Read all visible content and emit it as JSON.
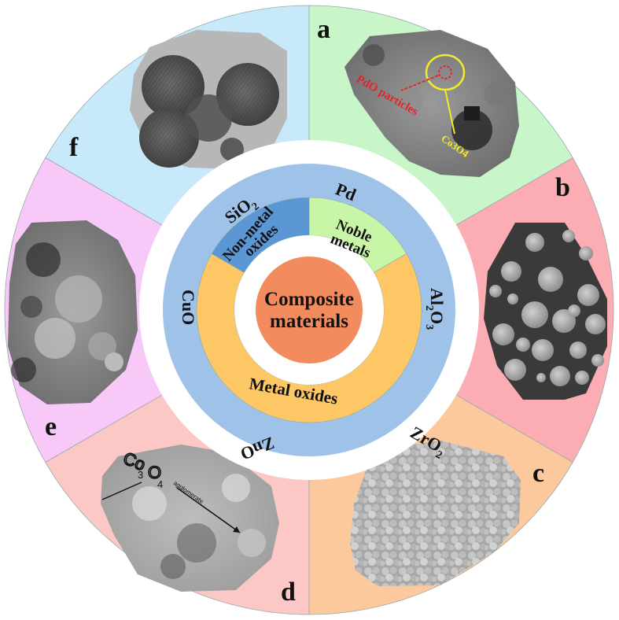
{
  "center": {
    "line1": "Composite",
    "line2": "materials",
    "color": "#f28c5e"
  },
  "categories": [
    {
      "name": "noble-metals",
      "line1": "Noble",
      "line2": "metals",
      "color": "#c9f5a6"
    },
    {
      "name": "metal-oxides",
      "label": "Metal oxides",
      "color": "#fdc766"
    },
    {
      "name": "non-metal-oxides",
      "line1": "Non-metal",
      "line2": "oxides",
      "color": "#5b97d4"
    }
  ],
  "materials_ring": {
    "color": "#9fc3e8",
    "items": [
      {
        "label": "Pd"
      },
      {
        "label": "Al",
        "sub": "2",
        "label2": "O",
        "sub2": "3"
      },
      {
        "label": "ZrO",
        "sub": "2"
      },
      {
        "label": "ZnO"
      },
      {
        "label": "CuO"
      },
      {
        "label": "SiO",
        "sub": "2"
      }
    ]
  },
  "panels": [
    {
      "letter": "a",
      "color": "#c9f6c9",
      "annotations": {
        "red": "PdO  particles",
        "yellow": "Co3O4"
      }
    },
    {
      "letter": "b",
      "color": "#fbadb3"
    },
    {
      "letter": "c",
      "color": "#fcc99d"
    },
    {
      "letter": "d",
      "color": "#fbc8c5",
      "annotations": {
        "formula": "Co",
        "sub1": "3",
        "o": "O",
        "sub2": "4",
        "note": "agglomerate"
      }
    },
    {
      "letter": "e",
      "color": "#f8c9f8"
    },
    {
      "letter": "f",
      "color": "#c8e9f9"
    }
  ]
}
